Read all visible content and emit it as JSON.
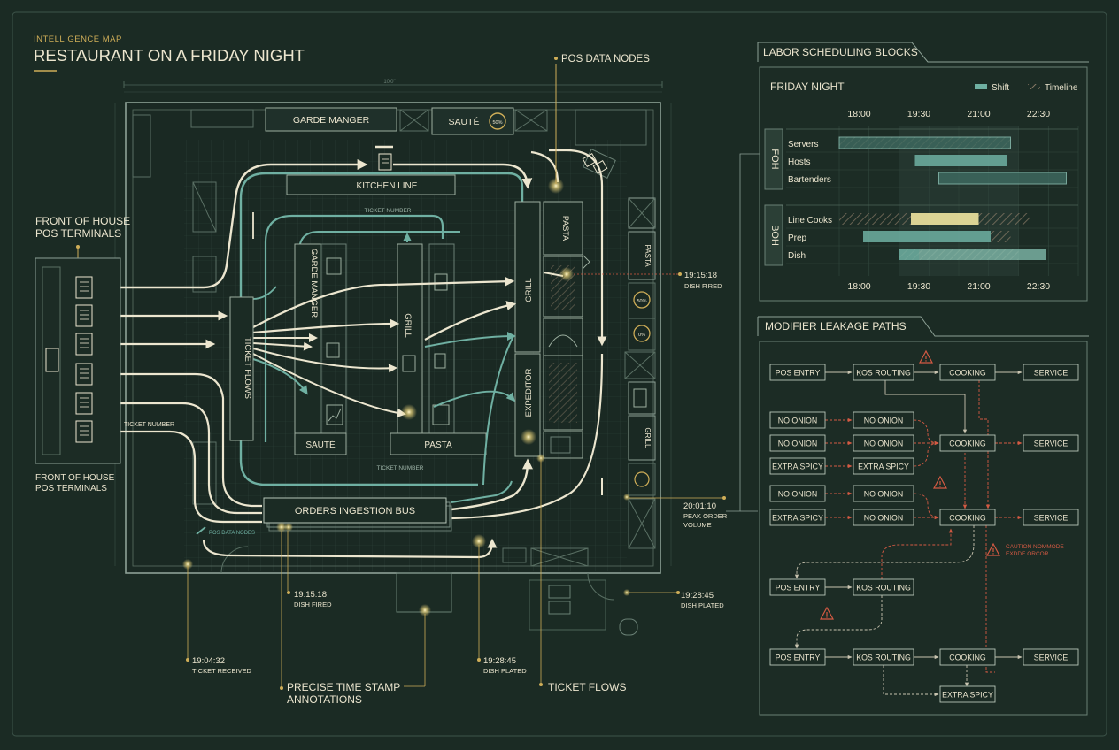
{
  "header": {
    "eyebrow": "INTELLIGENCE MAP",
    "title": "RESTAURANT ON A FRIDAY NIGHT"
  },
  "colors": {
    "background": "#1b2b24",
    "cream": "#ece6cf",
    "teal": "#6fb0a2",
    "gold": "#d9b24a",
    "alert": "#d45a43"
  },
  "floorplan": {
    "dimension_label": "10'0\"",
    "stations": {
      "garde_manger_top": "GARDE MANGER",
      "saute_top": "SAUTÉ",
      "saute_badge": "50%",
      "kitchen_line": "KITCHEN LINE",
      "ticket_number_top": "TICKET NUMBER",
      "garde_manger_vertical": "GARDE MANGER",
      "grill_vertical": "GRILL",
      "grill_right": "GRILL",
      "pasta_right": "PASTA",
      "expeditor": "EXPEDITOR",
      "saute_bottom": "SAUTÉ",
      "pasta_bottom": "PASTA",
      "ticket_number_bottom": "TICKET NUMBER",
      "ticket_flows": "TICKET FLOWS",
      "orders_bus": "ORDERS INGESTION BUS",
      "pos_data_nodes_small": "POS DATA NODES",
      "pasta_side": "PASTA",
      "grill_side": "GRILL",
      "gauge_1": "50%",
      "gauge_2": "0%"
    },
    "front_of_house": {
      "label_top": "FRONT OF HOUSE\nPOS TERMINALS",
      "label_bottom": "FRONT OF HOUSE\nPOS TERMINALS",
      "ticket_number": "TICKET NUMBER"
    },
    "callouts": {
      "pos_data_nodes": "POS DATA NODES",
      "dish_fired_right_time": "19:15:18",
      "dish_fired_right_label": "DISH FIRED",
      "peak_time": "20:01:10",
      "peak_label": "PEAK ORDER\nVOLUME",
      "plated_right_time": "19:28:45",
      "plated_right_label": "DISH PLATED",
      "dish_fired_bottom_time": "19:15:18",
      "dish_fired_bottom_label": "DISH FIRED",
      "ticket_received_time": "19:04:32",
      "ticket_received_label": "TICKET RECEIVED",
      "plated_bottom_time": "19:28:45",
      "plated_bottom_label": "DISH PLATED",
      "precise": "PRECISE TIME STAMP\nANNOTATIONS",
      "ticket_flows": "TICKET FLOWS"
    }
  },
  "labor": {
    "title": "LABOR SCHEDULING BLOCKS",
    "subtitle": "FRIDAY NIGHT",
    "legend_shift": "Shift",
    "legend_timeline": "Timeline",
    "times": [
      "18:00",
      "19:30",
      "21:00",
      "22:30"
    ],
    "groups": [
      {
        "name": "FOH",
        "roles": [
          "Servers",
          "Hosts",
          "Bartenders"
        ]
      },
      {
        "name": "BOH",
        "roles": [
          "Line Cooks",
          "Prep",
          "Dish"
        ]
      }
    ]
  },
  "modifier": {
    "title": "MODIFIER LEAKAGE PATHS",
    "rows": [
      {
        "a": "POS ENTRY",
        "b": "KOS ROUTING",
        "c": "COOKING",
        "d": "SERVICE"
      },
      {
        "a": "NO ONION",
        "b": "NO ONION"
      },
      {
        "a": "NO ONION",
        "b": "NO ONION",
        "c": "COOKING",
        "d": "SERVICE"
      },
      {
        "a": "EXTRA SPICY",
        "b": "EXTRA SPICY"
      },
      {
        "a": "NO ONION",
        "b": "NO ONION"
      },
      {
        "a": "EXTRA SPICY",
        "b": "NO ONION",
        "c": "COOKING",
        "d": "SERVICE"
      },
      {
        "a": "POS ENTRY",
        "b": "KOS ROUTING"
      },
      {
        "a": "POS ENTRY",
        "b": "KOS ROUTING",
        "c": "COOKING",
        "d": "SERVICE"
      }
    ],
    "extra_spicy": "EXTRA SPICY",
    "caution": "CAUTION NOMMODE\nEXDDE ORCOR"
  }
}
